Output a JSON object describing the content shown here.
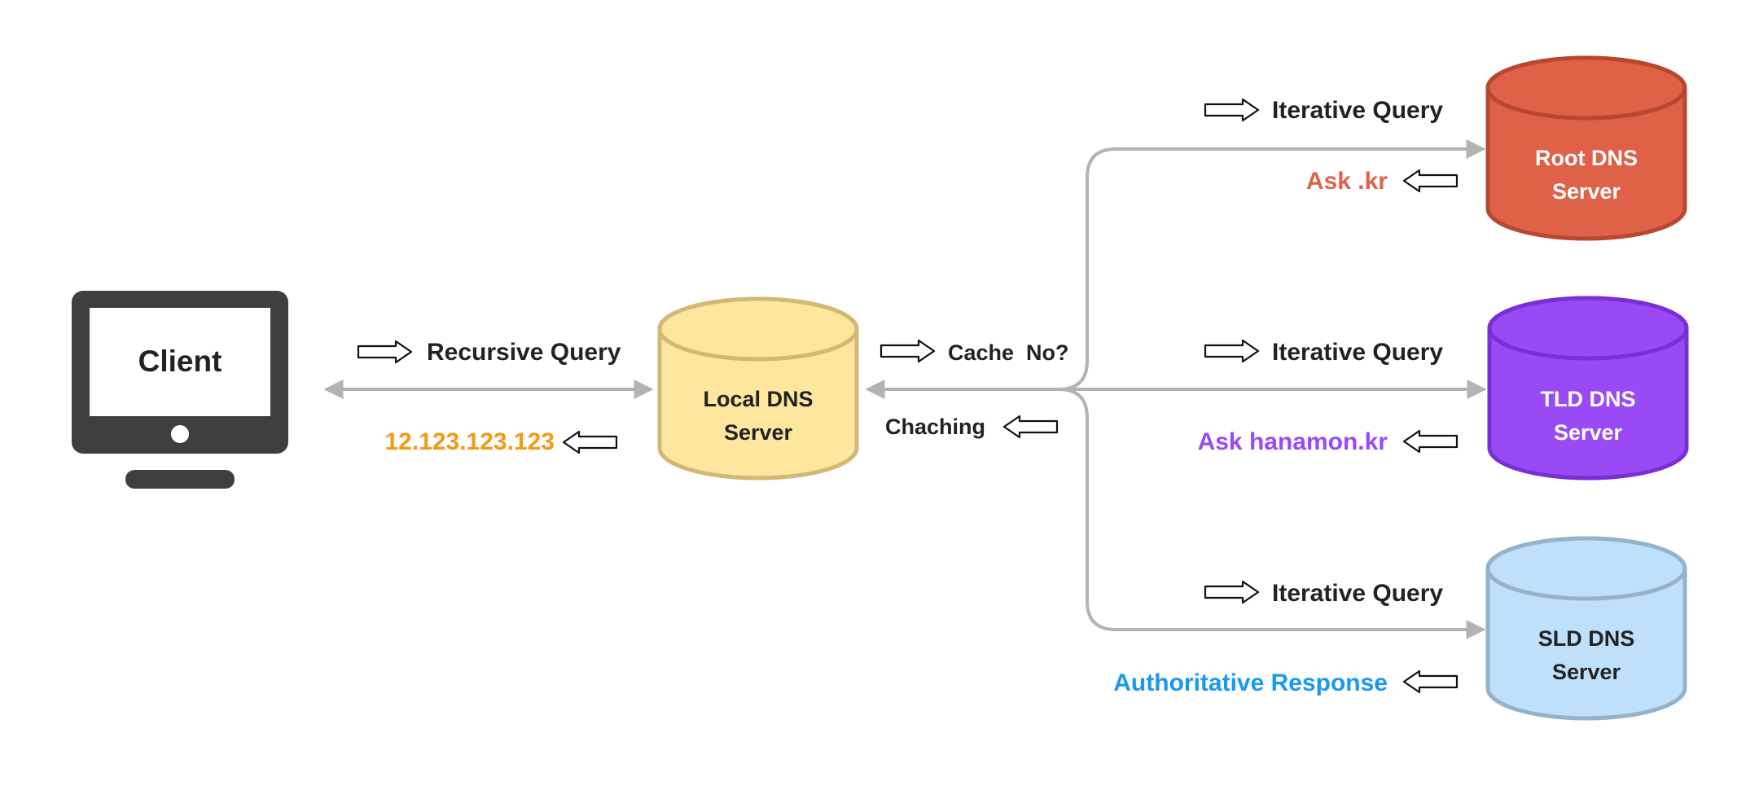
{
  "client": {
    "label": "Client"
  },
  "local_dns": {
    "line1": "Local DNS",
    "line2": "Server"
  },
  "root_dns": {
    "line1": "Root DNS",
    "line2": "Server"
  },
  "tld_dns": {
    "line1": "TLD DNS",
    "line2": "Server"
  },
  "sld_dns": {
    "line1": "SLD DNS",
    "line2": "Server"
  },
  "labels": {
    "recursive_query": "Recursive Query",
    "client_response": "12.123.123.123",
    "cache_check": "Cache  No?",
    "caching": "Chaching",
    "root_query": "Iterative Query",
    "root_response": "Ask .kr",
    "tld_query": "Iterative Query",
    "tld_response": "Ask hanamon.kr",
    "sld_query": "Iterative Query",
    "sld_response": "Authoritative Response"
  },
  "colors": {
    "connector": "#b3b3b3",
    "text_dark": "#222222",
    "client_dark": "#3f3f3f",
    "local_fill": "#fde79f",
    "local_stroke": "#d2b775",
    "root_fill": "#de6148",
    "root_stroke": "#b8472f",
    "tld_fill": "#9a4af5",
    "tld_stroke": "#7a2ed6",
    "sld_fill": "#bfe0fb",
    "sld_stroke": "#94b3c8",
    "client_response": "#f29a14",
    "root_response": "#e0624a",
    "tld_response": "#9a4af5",
    "sld_response": "#1999ef"
  },
  "icons": {
    "query_arrow": "outline-arrow-right-icon",
    "response_arrow": "outline-arrow-left-icon"
  }
}
